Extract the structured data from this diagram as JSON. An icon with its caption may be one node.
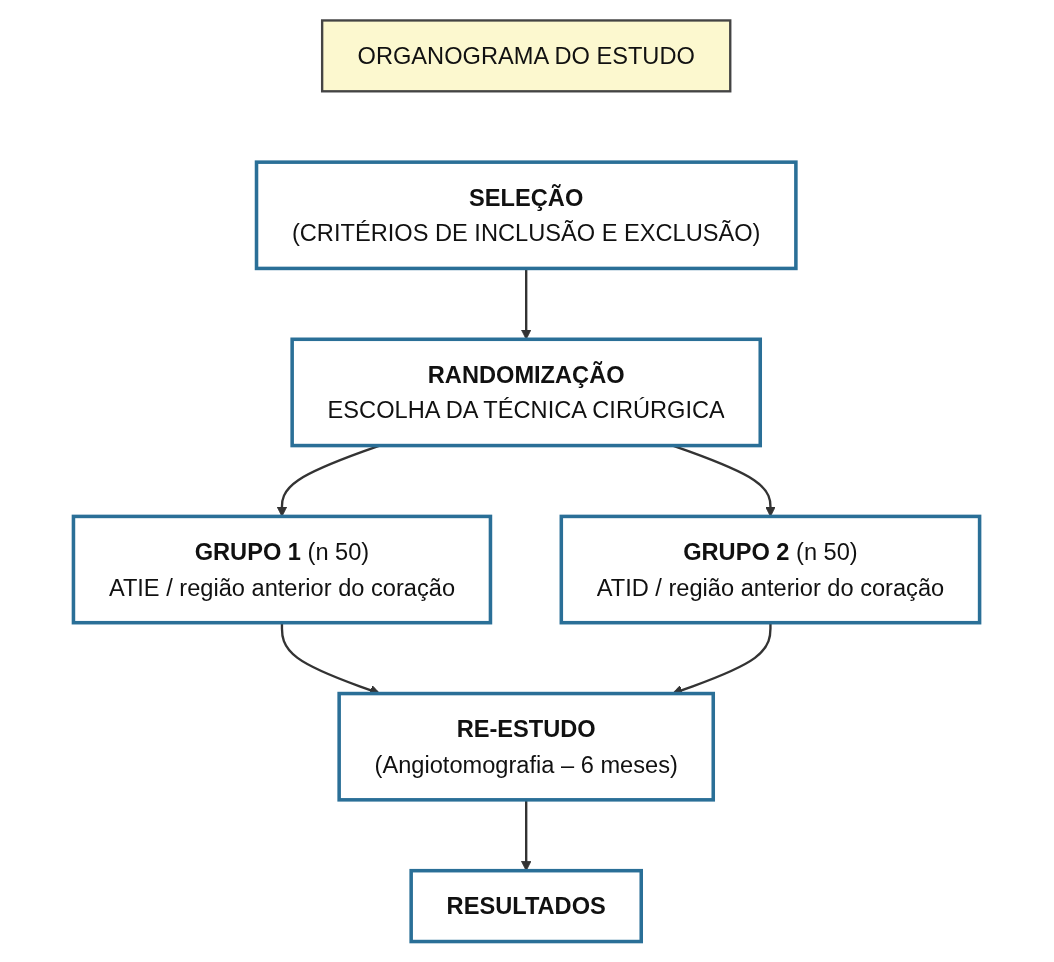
{
  "diagram": {
    "nodes": [
      {
        "text": [
          "ORGANOGRAMA DO ESTUDO"
        ]
      },
      {
        "text": [
          "SELEÇÃO",
          "(CRITÉRIOS DE INCLUSÃO E EXCLUSÃO)"
        ]
      },
      {
        "text": [
          "RANDOMIZAÇÃO",
          "ESCOLHA DA TÉCNICA CIRÚRGICA"
        ]
      },
      {
        "text": [
          "**GRUPO 1** (n 50)",
          "ATIE / região anterior do coração"
        ]
      },
      {
        "text": [
          "**GRUPO 2** (n 50)",
          "ATID / região anterior do coração"
        ]
      },
      {
        "text": [
          "RE-ESTUDO",
          "(Angiotomografia – 6 meses)"
        ]
      },
      {
        "text": [
          "RESULTADOS"
        ]
      }
    ],
    "edges": [
      {
        "from": 1,
        "to": 2,
        "arrow": "to"
      },
      {
        "from": 2,
        "to": 3,
        "arrow": "to"
      },
      {
        "from": 2,
        "to": 4,
        "arrow": "to"
      },
      {
        "from": 3,
        "to": 5,
        "arrow": "to"
      },
      {
        "from": 4,
        "to": 5,
        "arrow": "to"
      },
      {
        "from": 5,
        "to": 6,
        "arrow": "to"
      }
    ]
  }
}
